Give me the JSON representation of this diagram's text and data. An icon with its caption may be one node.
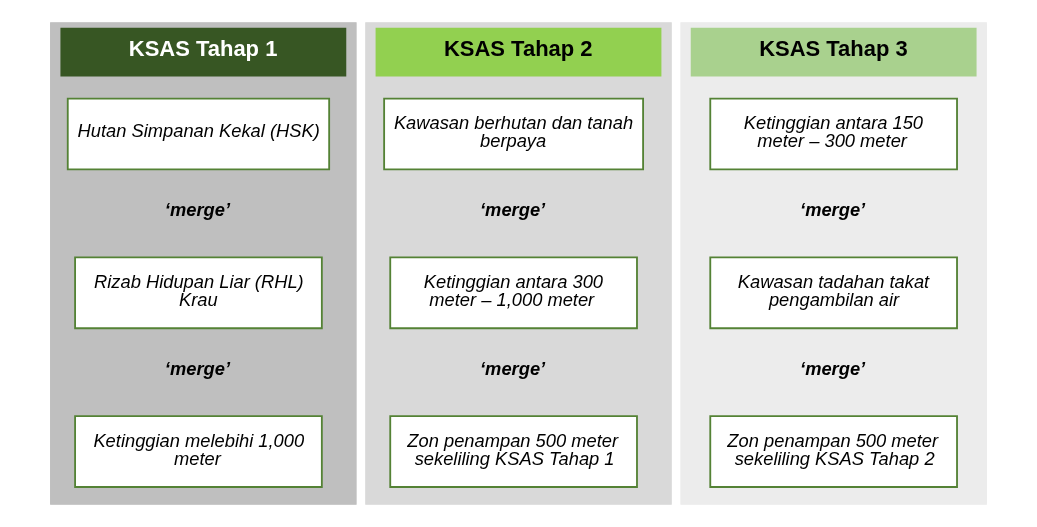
{
  "diagram": {
    "nodes": [
      {
        "text": [
          "KSAS Tahap 1"
        ]
      },
      {
        "text": [
          "Hutan Simpanan Kekal (HSK)"
        ],
        "in": 0
      },
      {
        "text": [
          "Rizab Hidupan Liar (RHL) Krau"
        ],
        "in": 0
      },
      {
        "text": [
          "Ketinggian melebihi 1,000 meter"
        ],
        "in": 0
      },
      {
        "text": [
          "KSAS Tahap 2"
        ]
      },
      {
        "text": [
          "Kawasan berhutan dan tanah berpaya"
        ],
        "in": 4
      },
      {
        "text": [
          "Ketinggian antara 300 meter – 1,000 meter"
        ],
        "in": 4
      },
      {
        "text": [
          "Zon penampan 500 meter sekeliling KSAS Tahap 1"
        ],
        "in": 4
      },
      {
        "text": [
          "KSAS Tahap 3"
        ]
      },
      {
        "text": [
          "Ketinggian antara 150 meter – 300 meter"
        ],
        "in": 8
      },
      {
        "text": [
          "Kawasan tadahan takat pengambilan air"
        ],
        "in": 8
      },
      {
        "text": [
          "Zon penampan 500 meter sekeliling KSAS Tahap 2"
        ],
        "in": 8
      }
    ],
    "edges": [],
    "labels": [
      "‘merge’",
      "‘merge’",
      "‘merge’",
      "‘merge’",
      "‘merge’",
      "‘merge’"
    ]
  }
}
